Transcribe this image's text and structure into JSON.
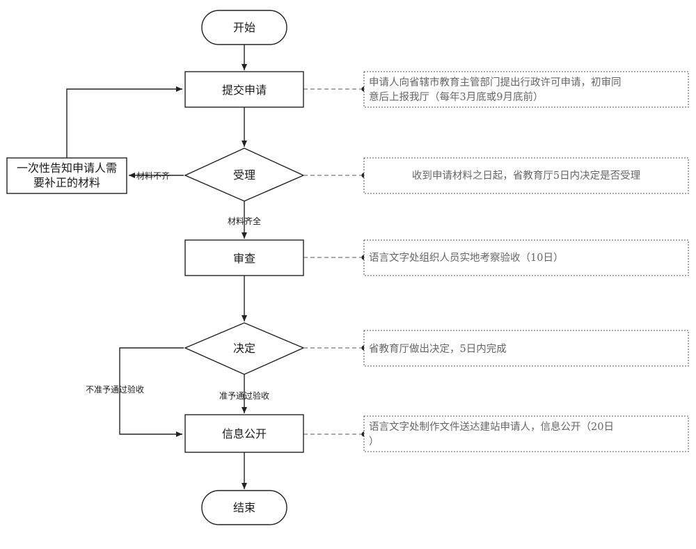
{
  "nodes": {
    "start": "开始",
    "submit": "提交申请",
    "accept": "受理",
    "review": "审查",
    "decide": "决定",
    "publish": "信息公开",
    "end": "结束",
    "notify_line1": "一次性告知申请人需",
    "notify_line2": "要补正的材料"
  },
  "edge_labels": {
    "incomplete": "材料不齐",
    "complete": "材料齐全",
    "approve": "准予通过验收",
    "reject": "不准予通过验收"
  },
  "notes": {
    "submit_line1": "申请人向省辖市教育主管部门提出行政许可申请，初审同",
    "submit_line2": "意后上报我厅（每年3月底或9月底前）",
    "accept": "收到申请材料之日起，省教育厅5日内决定是否受理",
    "review": "语言文字处组织人员实地考察验收（10日）",
    "decide": "省教育厅做出决定，5日内完成",
    "publish_line1": "语言文字处制作文件送达建站申请人，信息公开（20日",
    "publish_line2": "）"
  }
}
